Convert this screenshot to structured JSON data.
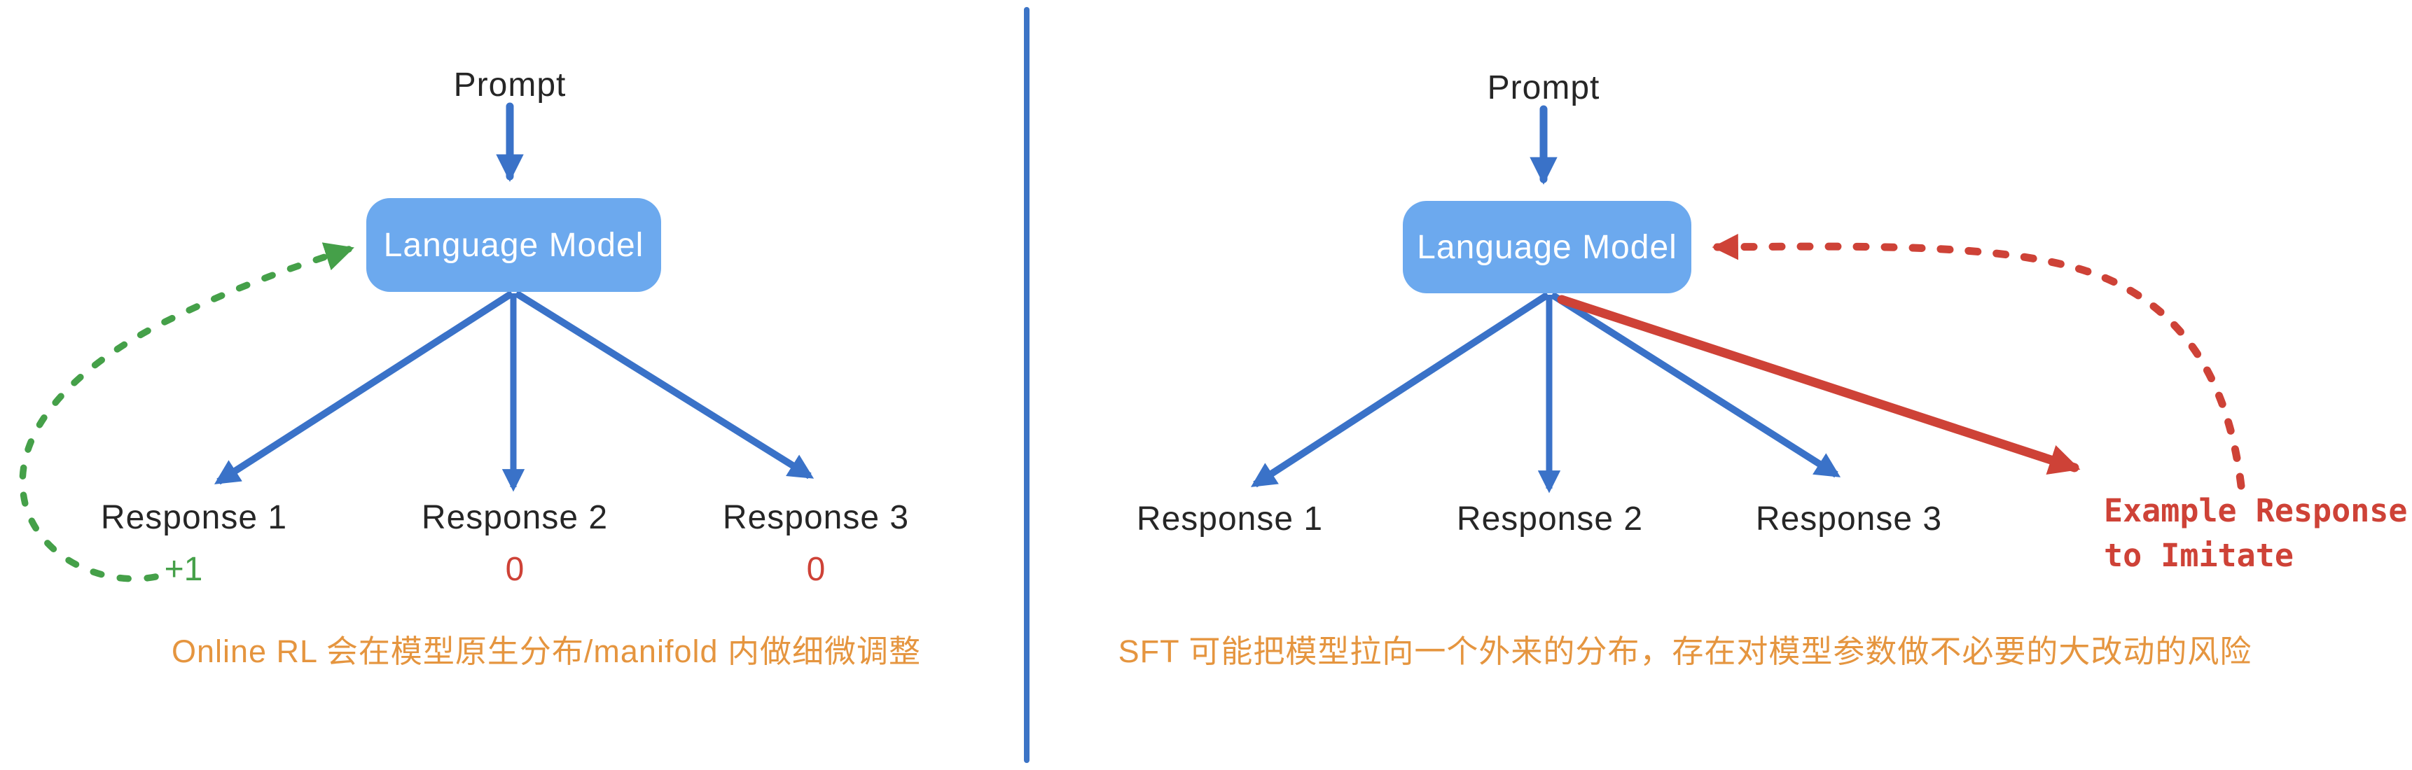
{
  "colors": {
    "bg": "#ffffff",
    "box": "#6CA9EE",
    "blue-arrow": "#3A72C8",
    "divider": "#3C74C6",
    "green": "#45A049",
    "red": "#CE4237",
    "orange": "#E5953F",
    "ink": "#262626"
  },
  "left": {
    "prompt": "Prompt",
    "model": "Language Model",
    "responses": [
      {
        "label": "Response 1",
        "score": "+1"
      },
      {
        "label": "Response 2",
        "score": "0"
      },
      {
        "label": "Response 3",
        "score": "0"
      }
    ],
    "caption": "Online RL 会在模型原生分布/manifold 内做细微调整"
  },
  "right": {
    "prompt": "Prompt",
    "model": "Language Model",
    "responses": [
      {
        "label": "Response 1"
      },
      {
        "label": "Response 2"
      },
      {
        "label": "Response 3"
      }
    ],
    "example_response": {
      "line1": "Example Response",
      "line2": "to Imitate"
    },
    "caption": "SFT 可能把模型拉向一个外来的分布，存在对模型参数做不必要的大改动的风险"
  }
}
